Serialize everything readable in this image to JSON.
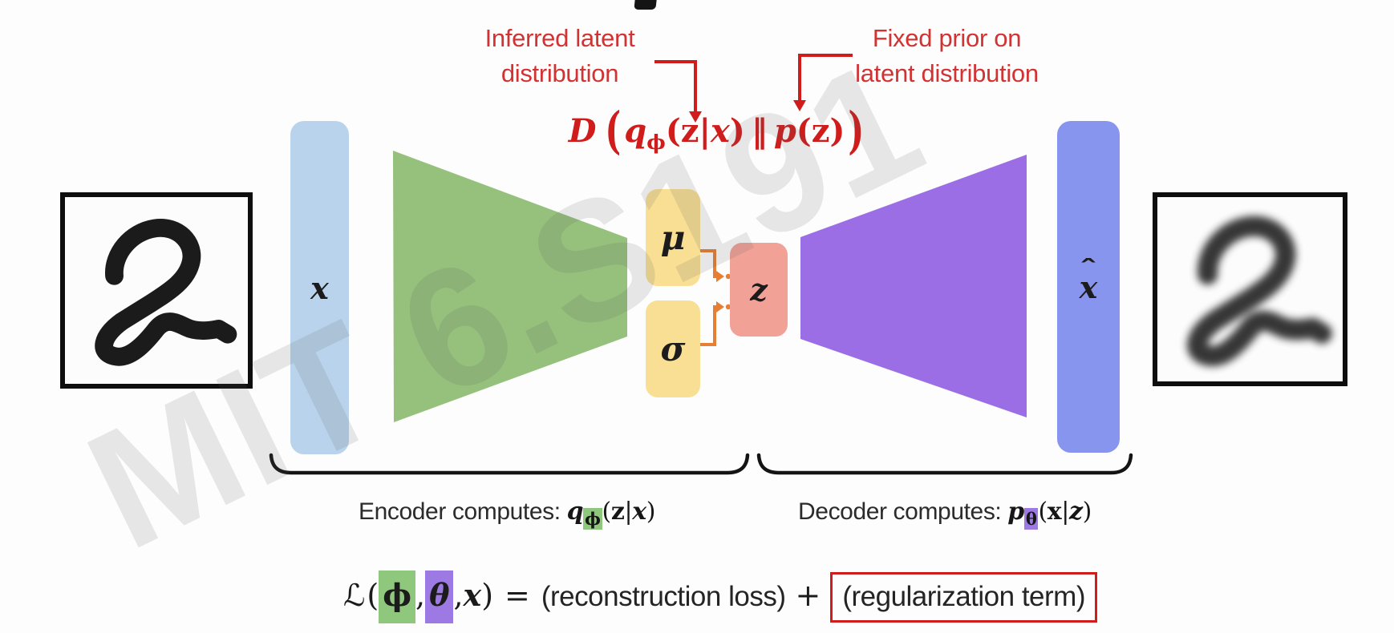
{
  "watermark": "MIT 6.S191",
  "colors": {
    "ink": "#141414",
    "accent_red": "#d11c1c",
    "annotation_red": "#d23232",
    "input_bar": "#b9d3ec",
    "encoder_green": "#95c17d",
    "mu_sigma_yellow": "#f9df93",
    "latent_pink": "#f2a197",
    "decoder_purple": "#9b6ee6",
    "output_bar": "#8895ee",
    "connector_orange": "#e67e34",
    "highlight_green": "#8fc77d",
    "highlight_purple": "#9d7ae3",
    "watermark_gray": "rgba(90,90,90,0.14)",
    "digit_ink": "#1b1b1b"
  },
  "annotations": {
    "inferred_latent": {
      "line1": "Inferred latent",
      "line2": "distribution"
    },
    "fixed_prior": {
      "line1": "Fixed prior on",
      "line2": "latent distribution"
    }
  },
  "kl": {
    "D": "D",
    "lparen": "(",
    "q": "q",
    "q_sub": "ϕ",
    "q_open": "(",
    "q_z": "z",
    "q_bar": "|",
    "q_x": "x",
    "q_close": ")",
    "parallel": "‖",
    "p": "p",
    "p_open": "(",
    "p_z": "z",
    "p_close": ")",
    "rparen": ")"
  },
  "nodes": {
    "input": "x",
    "mu": "μ",
    "sigma": "σ",
    "latent": "z",
    "output_base": "x",
    "output_hat": "ˆ"
  },
  "captions": {
    "encoder": {
      "label": "Encoder computes:",
      "q": "q",
      "sub": "ϕ",
      "open": "(",
      "z": "z",
      "bar": "|",
      "x": "x",
      "close": ")"
    },
    "decoder": {
      "label": "Decoder computes:",
      "p": "p",
      "sub": "θ",
      "open": "(",
      "x": "x",
      "bar": "|",
      "z": "z",
      "close": ")"
    }
  },
  "loss": {
    "L": "ℒ",
    "open": "(",
    "phi": "ϕ",
    "c1": ",",
    "theta": "θ",
    "c2": ",",
    "x": "x",
    "close": ")",
    "eq": "=",
    "recon": "(reconstruction loss)",
    "plus": "+",
    "reg": "(regularization term)"
  }
}
